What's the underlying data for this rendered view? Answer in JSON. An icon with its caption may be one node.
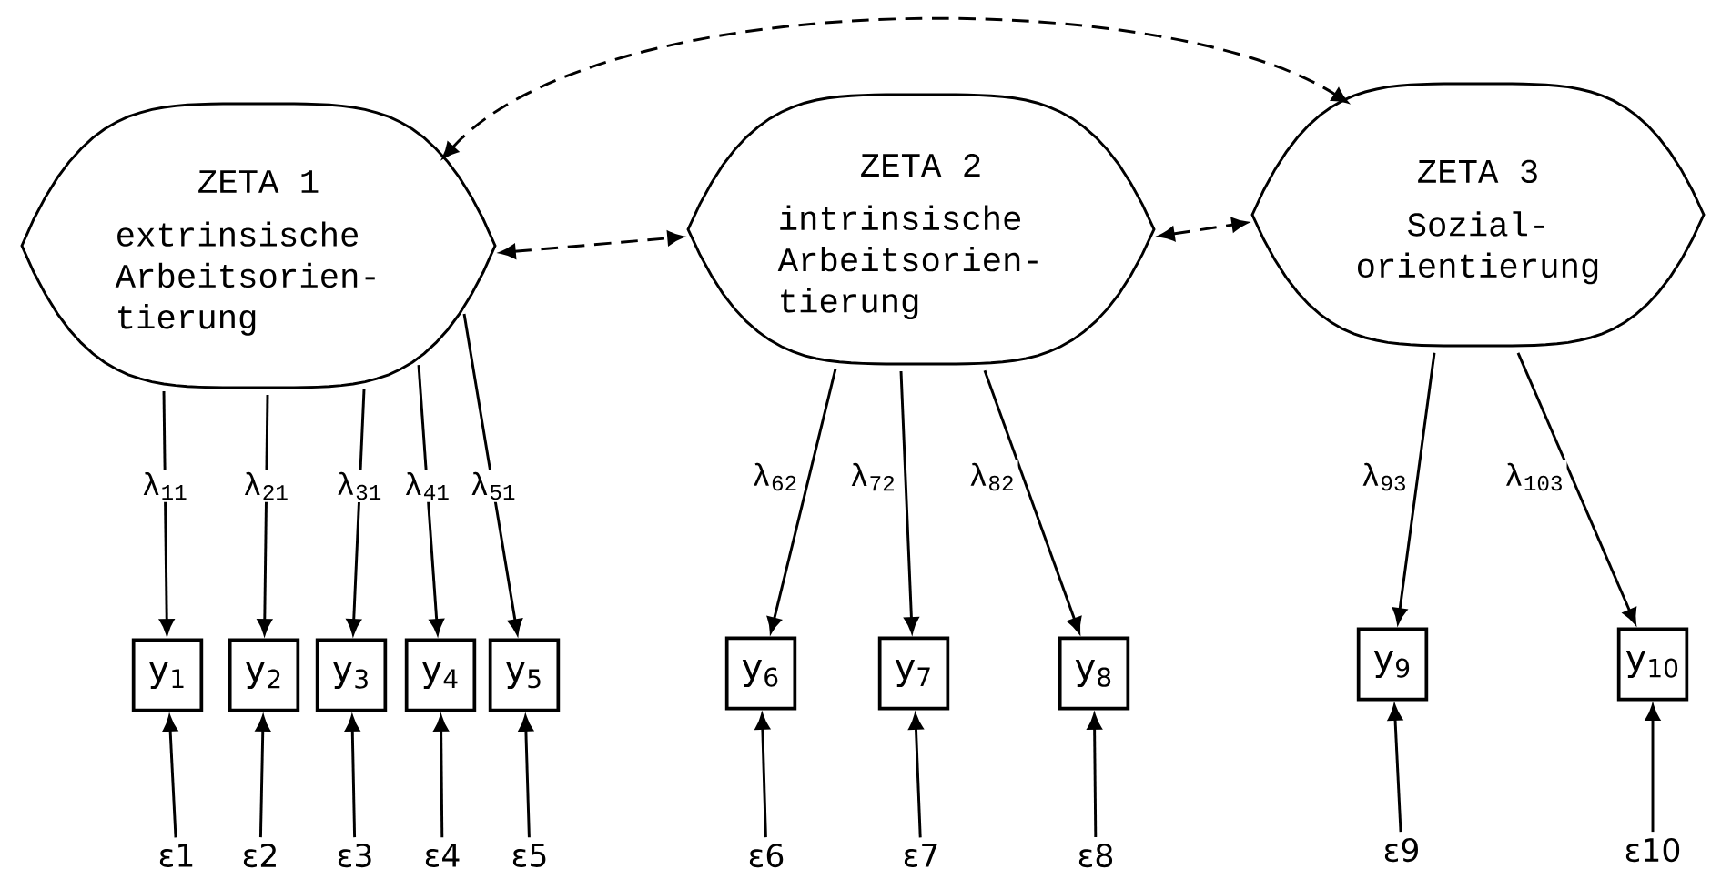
{
  "diagram": {
    "nodes": [
      {
        "text": [
          "ZETA 1",
          "extrinsische Arbeitsorien- tierung"
        ]
      },
      {
        "text": [
          "ZETA 2",
          "intrinsische Arbeitsorien- tierung"
        ]
      },
      {
        "text": [
          "ZETA 3",
          "Sozial- orientierung"
        ]
      },
      {
        "text": [
          "y$_{1}$"
        ]
      },
      {
        "text": [
          "y$_{2}$"
        ]
      },
      {
        "text": [
          "y$_{3}$"
        ]
      },
      {
        "text": [
          "y$_{4}$"
        ]
      },
      {
        "text": [
          "y$_{5}$"
        ]
      },
      {
        "text": [
          "y$_{6}$"
        ]
      },
      {
        "text": [
          "y$_{7}$"
        ]
      },
      {
        "text": [
          "y$_{8}$"
        ]
      },
      {
        "text": [
          "y$_{9}$"
        ]
      },
      {
        "text": [
          "y$_{10}$"
        ]
      },
      {
        "text": [
          "ε1"
        ]
      },
      {
        "text": [
          "ε2"
        ]
      },
      {
        "text": [
          "ε3"
        ]
      },
      {
        "text": [
          "ε4"
        ]
      },
      {
        "text": [
          "ε5"
        ]
      },
      {
        "text": [
          "ε6"
        ]
      },
      {
        "text": [
          "ε7"
        ]
      },
      {
        "text": [
          "ε8"
        ]
      },
      {
        "text": [
          "ε9"
        ]
      },
      {
        "text": [
          "ε10"
        ]
      }
    ],
    "edges": [
      {
        "from": 0,
        "to": 1,
        "arrow": "both",
        "style": "dashed"
      },
      {
        "from": 1,
        "to": 2,
        "arrow": "both",
        "style": "dashed"
      },
      {
        "from": 0,
        "to": 2,
        "arrow": "both",
        "style": "dashed"
      },
      {
        "from": 0,
        "to": 3,
        "arrow": "to",
        "label": "λ$_{11}$"
      },
      {
        "from": 0,
        "to": 4,
        "arrow": "to",
        "label": "λ$_{21}$"
      },
      {
        "from": 0,
        "to": 5,
        "arrow": "to",
        "label": "λ$_{31}$"
      },
      {
        "from": 0,
        "to": 6,
        "arrow": "to",
        "label": "λ$_{41}$"
      },
      {
        "from": 0,
        "to": 7,
        "arrow": "to",
        "label": "λ$_{51}$"
      },
      {
        "from": 1,
        "to": 8,
        "arrow": "to",
        "label": "λ$_{62}$"
      },
      {
        "from": 1,
        "to": 9,
        "arrow": "to",
        "label": "λ$_{72}$"
      },
      {
        "from": 1,
        "to": 10,
        "arrow": "to",
        "label": "λ$_{82}$"
      },
      {
        "from": 2,
        "to": 11,
        "arrow": "to",
        "label": "λ$_{93}$"
      },
      {
        "from": 2,
        "to": 12,
        "arrow": "to",
        "label": "λ$_{103}$"
      },
      {
        "from": 13,
        "to": 3,
        "arrow": "to"
      },
      {
        "from": 14,
        "to": 4,
        "arrow": "to"
      },
      {
        "from": 15,
        "to": 5,
        "arrow": "to"
      },
      {
        "from": 16,
        "to": 6,
        "arrow": "to"
      },
      {
        "from": 17,
        "to": 7,
        "arrow": "to"
      },
      {
        "from": 18,
        "to": 8,
        "arrow": "to"
      },
      {
        "from": 19,
        "to": 9,
        "arrow": "to"
      },
      {
        "from": 20,
        "to": 10,
        "arrow": "to"
      },
      {
        "from": 21,
        "to": 11,
        "arrow": "to"
      },
      {
        "from": 22,
        "to": 12,
        "arrow": "to"
      }
    ]
  }
}
